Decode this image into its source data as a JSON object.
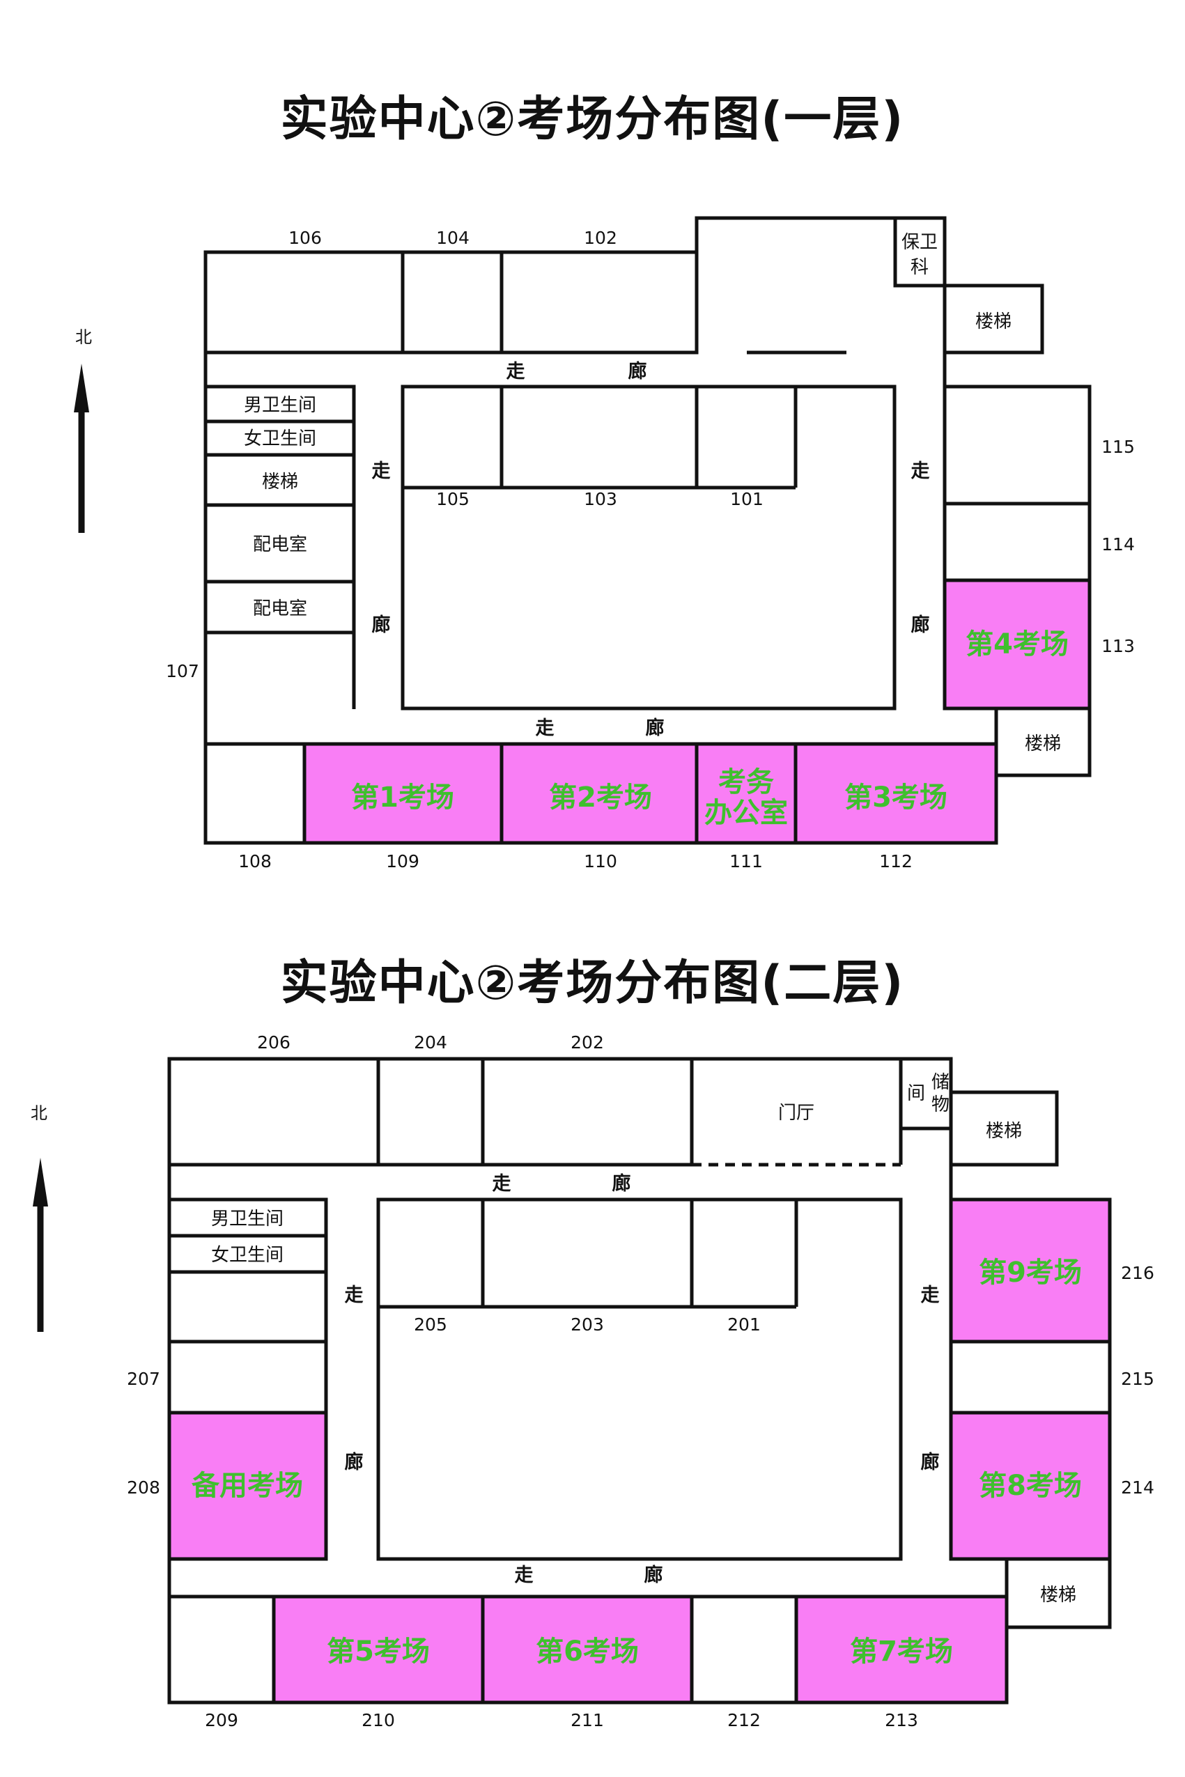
{
  "floor1": {
    "title": "实验中心②考场分布图(一层)",
    "north": "北",
    "corridor_walk": "走",
    "corridor_hall": "廊",
    "rooms": {
      "r106": "106",
      "r104": "104",
      "r102": "102",
      "r105": "105",
      "r103": "103",
      "r101": "101",
      "r115": "115",
      "r114": "114",
      "r113": "113",
      "r107": "107",
      "r108": "108",
      "r109": "109",
      "r110": "110",
      "r111": "111",
      "r112": "112"
    },
    "labels": {
      "security_1": "保卫",
      "security_2": "科",
      "stairs": "楼梯",
      "mens_wc": "男卫生间",
      "womens_wc": "女卫生间",
      "power_room": "配电室",
      "office_1": "考务",
      "office_2": "办公室"
    },
    "exams": {
      "e1": "第1考场",
      "e2": "第2考场",
      "e3": "第3考场",
      "e4": "第4考场"
    }
  },
  "floor2": {
    "title": "实验中心②考场分布图(二层)",
    "north": "北",
    "corridor_walk": "走",
    "corridor_hall": "廊",
    "rooms": {
      "r206": "206",
      "r204": "204",
      "r202": "202",
      "r205": "205",
      "r203": "203",
      "r201": "201",
      "r216": "216",
      "r215": "215",
      "r214": "214",
      "r207": "207",
      "r208": "208",
      "r209": "209",
      "r210": "210",
      "r211": "211",
      "r212": "212",
      "r213": "213"
    },
    "labels": {
      "lobby": "门厅",
      "storage_1": "储",
      "storage_2": "物",
      "storage_3": "间",
      "stairs": "楼梯",
      "mens_wc": "男卫生间",
      "womens_wc": "女卫生间"
    },
    "exams": {
      "e5": "第5考场",
      "e6": "第6考场",
      "e7": "第7考场",
      "e8": "第8考场",
      "e9": "第9考场",
      "spare": "备用考场"
    }
  },
  "colors": {
    "exam_fill": "#f97ef5",
    "exam_text": "#3fbf2e",
    "line": "#111111"
  }
}
